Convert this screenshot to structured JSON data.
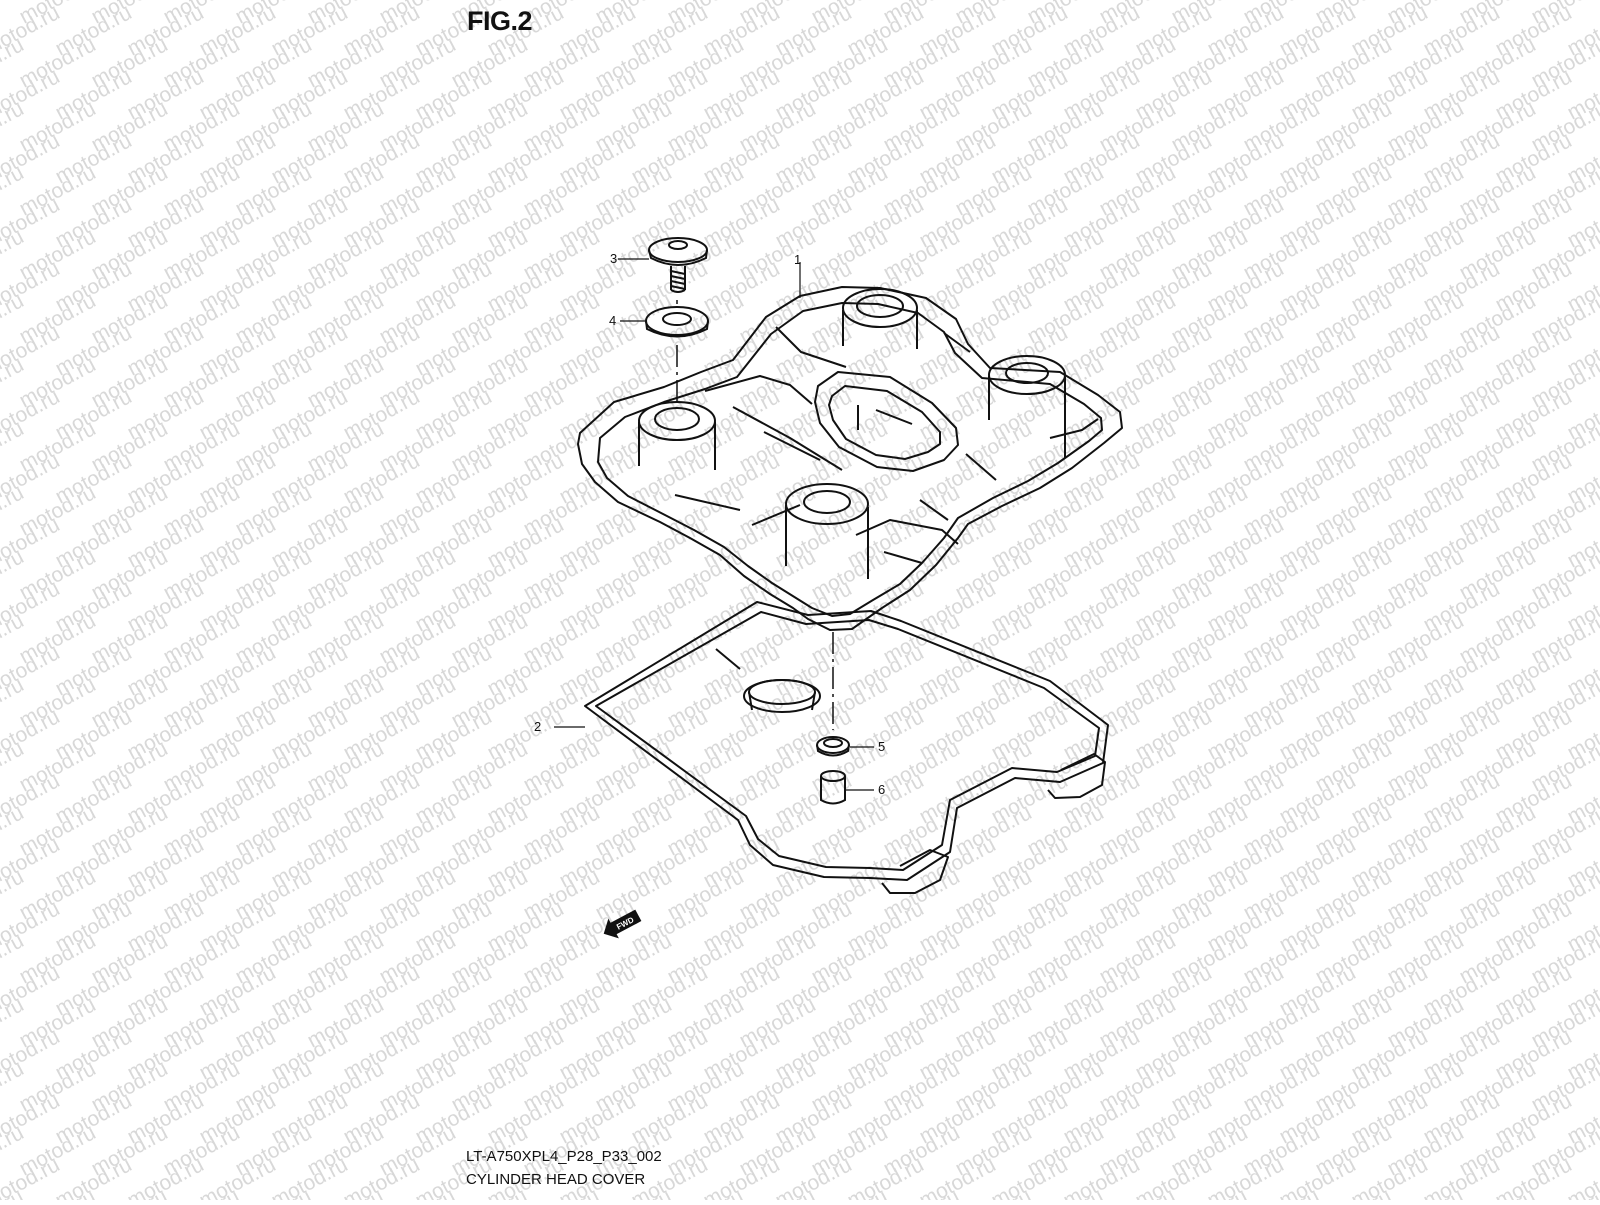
{
  "figure": {
    "title": "FIG.2"
  },
  "watermark": {
    "text": "motod.ru",
    "color": "#d8d8d8"
  },
  "callouts": [
    {
      "id": "1",
      "label": "1",
      "part": "cylinder-head-cover"
    },
    {
      "id": "2",
      "label": "2",
      "part": "gasket"
    },
    {
      "id": "3",
      "label": "3",
      "part": "bolt"
    },
    {
      "id": "4",
      "label": "4",
      "part": "washer"
    },
    {
      "id": "5",
      "label": "5",
      "part": "o-ring"
    },
    {
      "id": "6",
      "label": "6",
      "part": "dowel-pin"
    }
  ],
  "fwd_marker": {
    "text": "FWD",
    "icon": "fwd-arrow-icon"
  },
  "footer": {
    "code": "LT-A750XPL4_P28_P33_002",
    "name": "CYLINDER HEAD COVER"
  }
}
